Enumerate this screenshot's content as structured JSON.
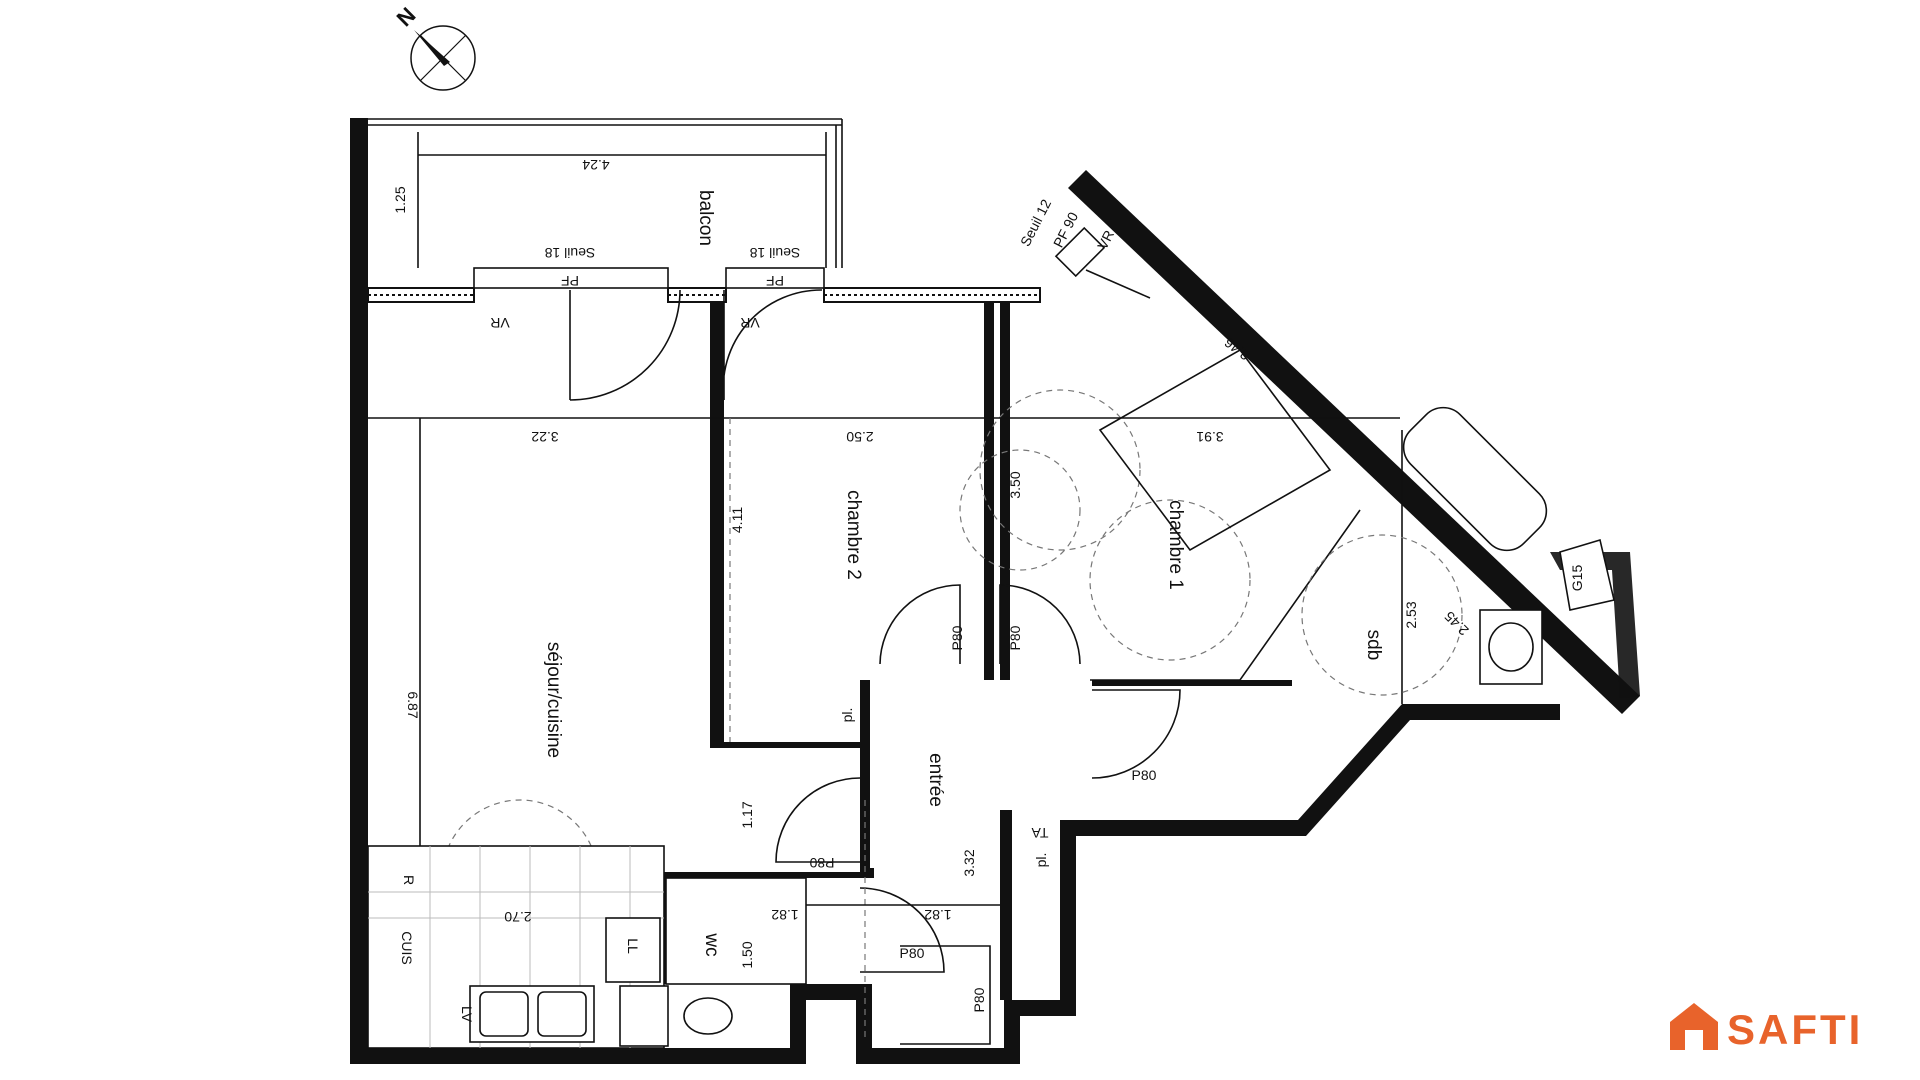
{
  "compass": {
    "north_label": "N"
  },
  "rooms": {
    "balcon": "balcon",
    "sejour": "séjour/cuisine",
    "chambre2": "chambre 2",
    "chambre1": "chambre 1",
    "sdb": "sdb",
    "entree": "entrée",
    "wc": "wc",
    "cuis": "CUIS"
  },
  "dimensions": {
    "balcon_width": "4.24",
    "balcon_depth": "1.25",
    "sejour_width": "3.22",
    "sejour_length": "6.87",
    "chambre2_width": "2.50",
    "chambre2_length": "4.11",
    "chambre1_width": "3.91",
    "chambre1_diag": "3.46",
    "chambre1_depth": "3.50",
    "sdb_a": "2.53",
    "sdb_b": "2.45",
    "entree_length": "3.32",
    "entree_width": "1.82",
    "wc_width": "1.82",
    "wc_length": "1.50",
    "cuisine_width": "2.70",
    "placard_height": "1.17"
  },
  "codes": {
    "seuil18_a": "Seuil 18",
    "seuil18_b": "Seuil 18",
    "seuil12": "Seuil 12",
    "pf_a": "PF",
    "pf_b": "PF",
    "pf90": "PF 90",
    "vr_a": "VR",
    "vr_b": "VR",
    "vr_c": "VR",
    "p80_ch2": "P80",
    "p80_ch1": "P80",
    "p80_sdb": "P80",
    "p80_pl": "P80",
    "p80_wc": "P80",
    "p80_entry": "P80",
    "pl_a": "pl.",
    "pl_b": "pl.",
    "ta": "TA",
    "g15": "G15",
    "r": "R",
    "ll": "LL",
    "lv": "LV"
  },
  "logo": {
    "text": "SAFTI",
    "color": "#e8632b"
  }
}
